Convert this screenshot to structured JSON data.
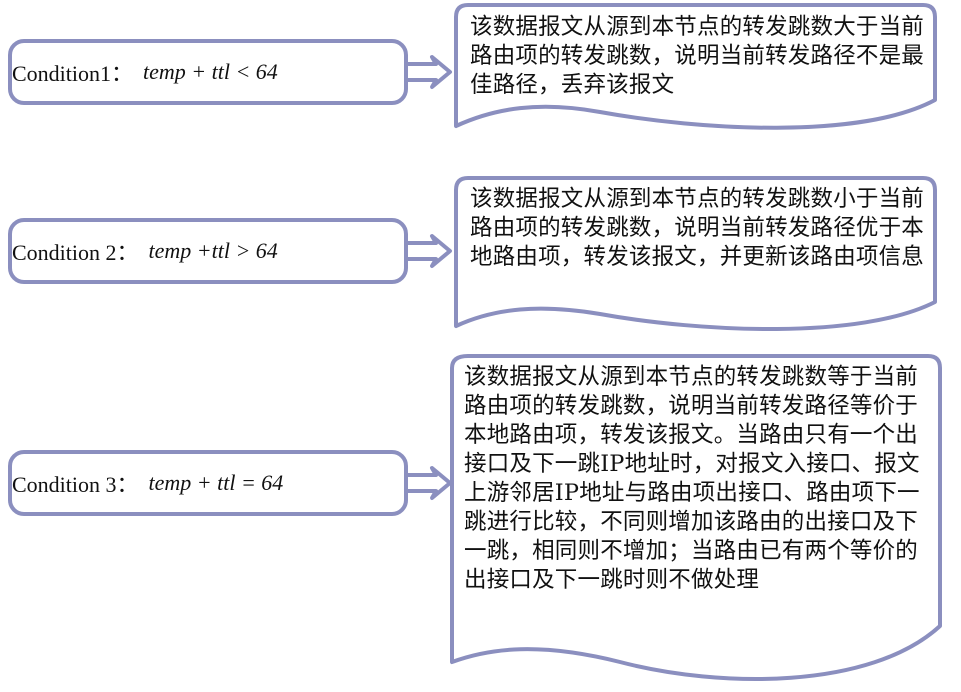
{
  "diagram": {
    "rows": [
      {
        "condition_label": "Condition1：",
        "condition_expr": "temp + ttl < 64",
        "description": "该数据报文从源到本节点的转发跳数大于当前路由项的转发跳数，说明当前转发路径不是最佳路径，丢弃该报文"
      },
      {
        "condition_label": "Condition 2：",
        "condition_expr": "temp +ttl > 64",
        "description": "该数据报文从源到本节点的转发跳数小于当前路由项的转发跳数，说明当前转发路径优于本地路由项，转发该报文，并更新该路由项信息"
      },
      {
        "condition_label": "Condition 3：",
        "condition_expr": "temp + ttl = 64",
        "description": "该数据报文从源到本节点的转发跳数等于当前路由项的转发跳数，说明当前转发路径等价于本地路由项，转发该报文。当路由只有一个出接口及下一跳IP地址时，对报文入接口、报文上游邻居IP地址与路由项出接口、路由项下一跳进行比较，不同则增加该路由的出接口及下一跳，相同则不增加；当路由已有两个等价的出接口及下一跳时则不做处理"
      }
    ],
    "colors": {
      "border": "#8b8fbf",
      "fill": "#ffffff",
      "text": "#111111"
    }
  }
}
